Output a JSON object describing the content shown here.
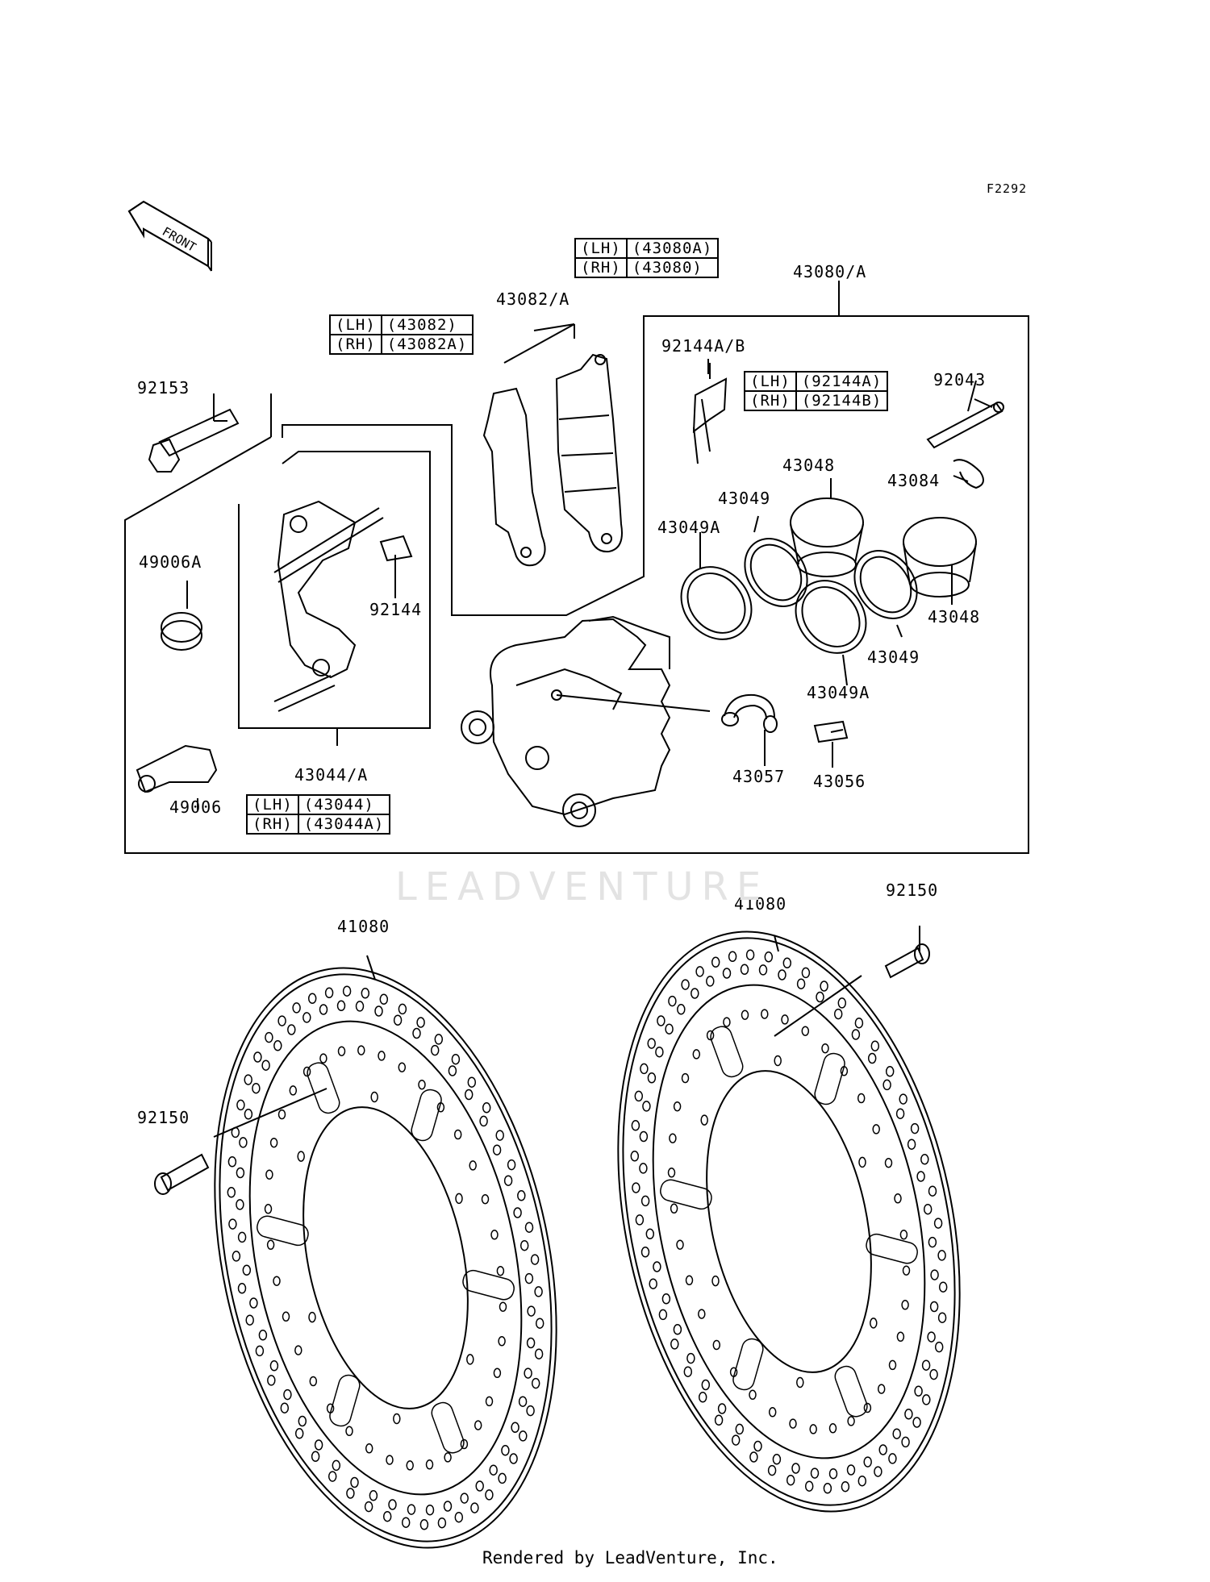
{
  "diagram": {
    "code": "F2292",
    "front_label": "FRONT",
    "watermark": "LEADVENTURE",
    "footer": "Rendered by LeadVenture, Inc."
  },
  "labels": {
    "p43080_A": "43080/A",
    "p43082_A": "43082/A",
    "p92144AB": "92144A/B",
    "p92043": "92043",
    "p43084": "43084",
    "p43048_top": "43048",
    "p43049_top": "43049",
    "p43049A_top": "43049A",
    "p43048_right": "43048",
    "p43049_right": "43049",
    "p43049A_bottom": "43049A",
    "p43057": "43057",
    "p43056": "43056",
    "p92153": "92153",
    "p49006A": "49006A",
    "p92144": "92144",
    "p49006": "49006",
    "p43044_A": "43044/A",
    "p41080_left": "41080",
    "p41080_right": "41080",
    "p92150_left": "92150",
    "p92150_right": "92150"
  },
  "variant_tables": {
    "t43080": [
      [
        "(LH)",
        "(43080A)"
      ],
      [
        "(RH)",
        "(43080)"
      ]
    ],
    "t43082": [
      [
        "(LH)",
        "(43082)"
      ],
      [
        "(RH)",
        "(43082A)"
      ]
    ],
    "t92144": [
      [
        "(LH)",
        "(92144A)"
      ],
      [
        "(RH)",
        "(92144B)"
      ]
    ],
    "t43044": [
      [
        "(LH)",
        "(43044)"
      ],
      [
        "(RH)",
        "(43044A)"
      ]
    ]
  },
  "icons": {
    "front_arrow": "front-arrow-icon"
  }
}
